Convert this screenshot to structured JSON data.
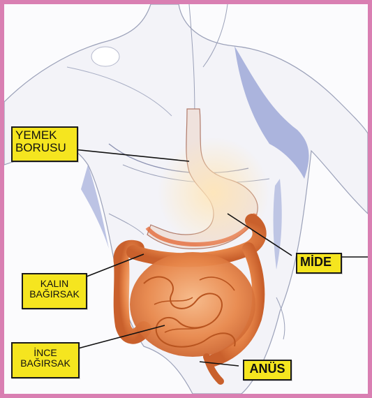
{
  "labels": {
    "esophagus": {
      "line1": "YEMEK",
      "line2": "BORUSU"
    },
    "stomach": {
      "text": "MİDE"
    },
    "large_intestine": {
      "line1": "KALIN",
      "line2": "BAĞIRSAK"
    },
    "small_intestine": {
      "line1": "İNCE",
      "line2": "BAĞIRSAK"
    },
    "anus": {
      "text": "ANÜS"
    }
  },
  "colors": {
    "frame": "#d97fb2",
    "label_fill": "#f5e51f",
    "organ": "#e8874a",
    "body_shading": "#6f7fc6"
  }
}
